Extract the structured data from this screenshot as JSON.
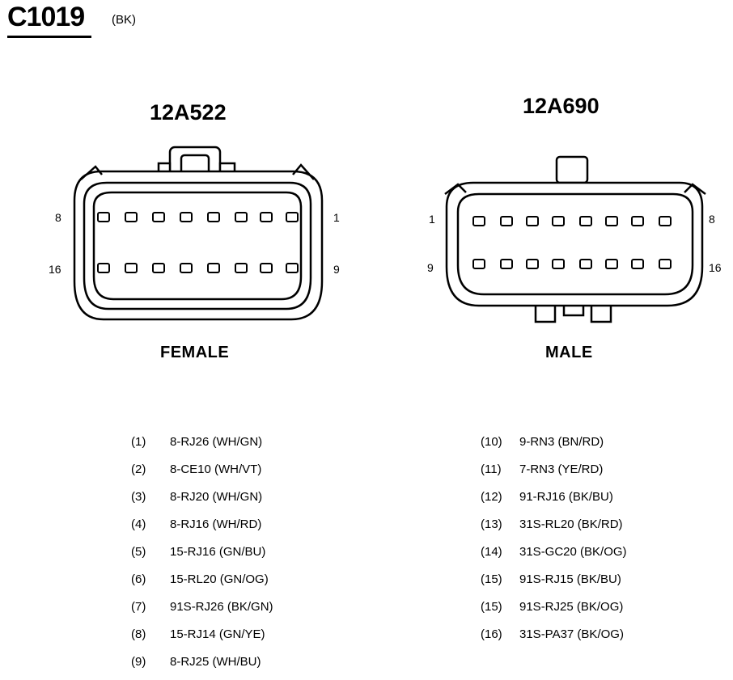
{
  "connector": {
    "id": "C1019",
    "color_code": "(BK)"
  },
  "female": {
    "part_number": "12A522",
    "label": "FEMALE",
    "pin_labels": {
      "top_left": "8",
      "bottom_left": "16",
      "top_right": "1",
      "bottom_right": "9"
    }
  },
  "male": {
    "part_number": "12A690",
    "label": "MALE",
    "pin_labels": {
      "top_left": "1",
      "bottom_left": "9",
      "top_right": "8",
      "bottom_right": "16"
    }
  },
  "pins_left": [
    {
      "num": "(1)",
      "desc": "8-RJ26 (WH/GN)"
    },
    {
      "num": "(2)",
      "desc": "8-CE10 (WH/VT)"
    },
    {
      "num": "(3)",
      "desc": "8-RJ20 (WH/GN)"
    },
    {
      "num": "(4)",
      "desc": "8-RJ16 (WH/RD)"
    },
    {
      "num": "(5)",
      "desc": "15-RJ16 (GN/BU)"
    },
    {
      "num": "(6)",
      "desc": "15-RL20 (GN/OG)"
    },
    {
      "num": "(7)",
      "desc": "91S-RJ26 (BK/GN)"
    },
    {
      "num": "(8)",
      "desc": "15-RJ14 (GN/YE)"
    },
    {
      "num": "(9)",
      "desc": "8-RJ25 (WH/BU)"
    }
  ],
  "pins_right": [
    {
      "num": "(10)",
      "desc": "9-RN3 (BN/RD)"
    },
    {
      "num": "(11)",
      "desc": "7-RN3 (YE/RD)"
    },
    {
      "num": "(12)",
      "desc": "91-RJ16 (BK/BU)"
    },
    {
      "num": "(13)",
      "desc": "31S-RL20 (BK/RD)"
    },
    {
      "num": "(14)",
      "desc": "31S-GC20 (BK/OG)"
    },
    {
      "num": "(15)",
      "desc": "91S-RJ15 (BK/BU)"
    },
    {
      "num": "(15)",
      "desc": "91S-RJ25 (BK/OG)"
    },
    {
      "num": "(16)",
      "desc": "31S-PA37 (BK/OG)"
    }
  ]
}
